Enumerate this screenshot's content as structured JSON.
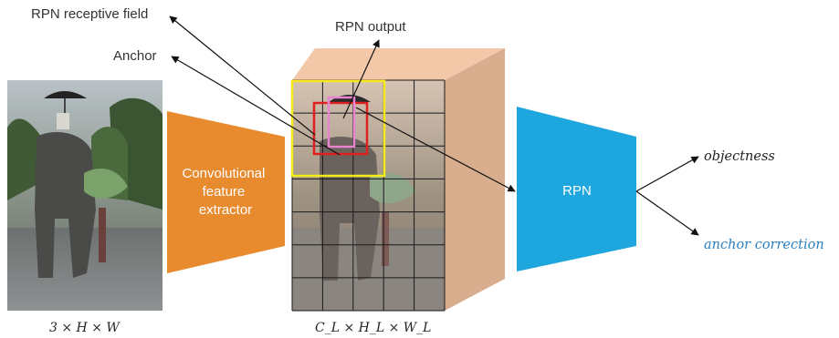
{
  "labels": {
    "rpn_receptive_field": "RPN receptive field",
    "anchor": "Anchor",
    "rpn_output": "RPN output",
    "input_dims": "3 × H × W",
    "feature_dims": "C_L × H_L × W_L"
  },
  "blocks": {
    "feature_extractor": {
      "lines": [
        "Convolutional",
        "feature",
        "extractor"
      ],
      "color": "#E88A2E"
    },
    "rpn": {
      "label": "RPN",
      "color": "#1EA6DE"
    }
  },
  "outputs": {
    "objectness": {
      "text": "objectness",
      "color": "#222222"
    },
    "anchor_correction": {
      "text": "anchor correction",
      "color": "#2A7FC0"
    }
  },
  "colors": {
    "cube_face": "#F2C8A8",
    "cube_side": "#D9AE8E",
    "receptive_field_box": "#F5EA1A",
    "anchor_box": "#E02020",
    "output_box": "#E884D0",
    "grid": "#1a1a1a"
  },
  "grid": {
    "rows": 7,
    "cols": 5
  }
}
